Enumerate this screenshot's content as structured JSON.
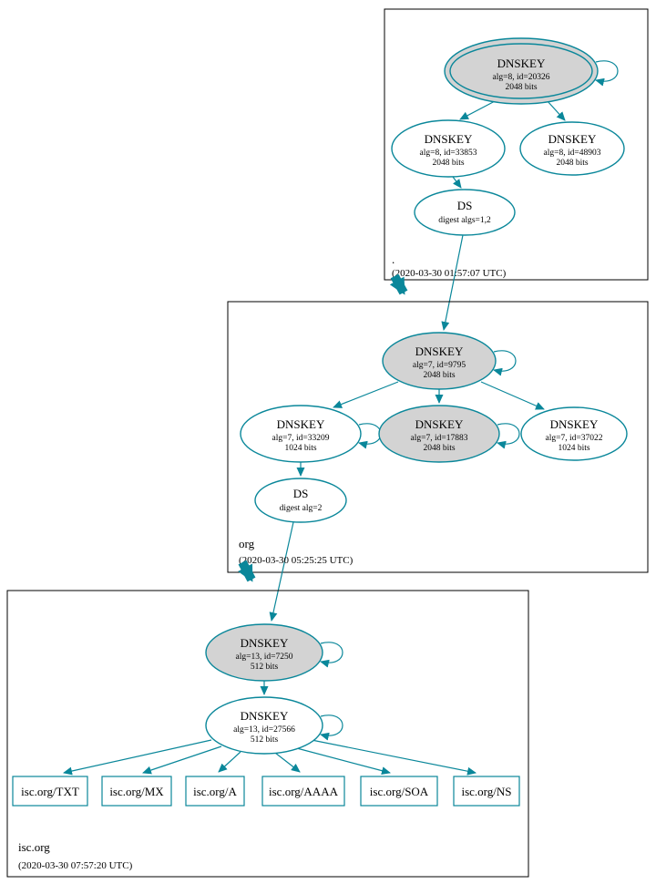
{
  "colors": {
    "node_stroke": "#0a879a",
    "ksk_fill": "#d3d3d3",
    "node_fill": "#ffffff",
    "arrow": "#0a879a",
    "zone_border": "#000000"
  },
  "zones": {
    "root": {
      "label": ".",
      "timestamp": "(2020-03-30 01:57:07 UTC)",
      "ksk": {
        "name": "DNSKEY",
        "detail": "alg=8, id=20326",
        "bits": "2048 bits"
      },
      "zsk1": {
        "name": "DNSKEY",
        "detail": "alg=8, id=33853",
        "bits": "2048 bits"
      },
      "zsk2": {
        "name": "DNSKEY",
        "detail": "alg=8, id=48903",
        "bits": "2048 bits"
      },
      "ds": {
        "name": "DS",
        "detail": "digest algs=1,2"
      }
    },
    "org": {
      "label": "org",
      "timestamp": "(2020-03-30 05:25:25 UTC)",
      "ksk": {
        "name": "DNSKEY",
        "detail": "alg=7, id=9795",
        "bits": "2048 bits"
      },
      "zsk1": {
        "name": "DNSKEY",
        "detail": "alg=7, id=33209",
        "bits": "1024 bits"
      },
      "ksk2": {
        "name": "DNSKEY",
        "detail": "alg=7, id=17883",
        "bits": "2048 bits"
      },
      "zsk2": {
        "name": "DNSKEY",
        "detail": "alg=7, id=37022",
        "bits": "1024 bits"
      },
      "ds": {
        "name": "DS",
        "detail": "digest alg=2"
      }
    },
    "isc": {
      "label": "isc.org",
      "timestamp": "(2020-03-30 07:57:20 UTC)",
      "ksk": {
        "name": "DNSKEY",
        "detail": "alg=13, id=7250",
        "bits": "512 bits"
      },
      "zsk": {
        "name": "DNSKEY",
        "detail": "alg=13, id=27566",
        "bits": "512 bits"
      },
      "records": [
        "isc.org/TXT",
        "isc.org/MX",
        "isc.org/A",
        "isc.org/AAAA",
        "isc.org/SOA",
        "isc.org/NS"
      ]
    }
  }
}
